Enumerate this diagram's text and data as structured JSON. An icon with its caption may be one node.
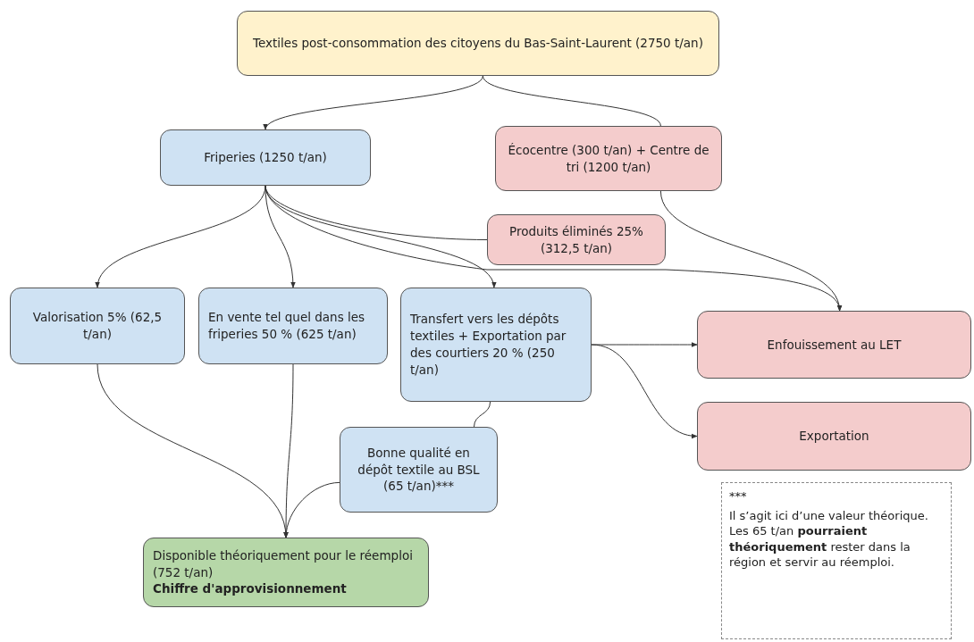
{
  "diagram": {
    "nodes": [
      {
        "text": [
          "Textiles post-consommation des citoyens du Bas-Saint-Laurent (2750 t/an)"
        ]
      },
      {
        "text": [
          "Friperies (1250 t/an)"
        ]
      },
      {
        "text": [
          "Écocentre (300 t/an) + Centre de tri (1200 t/an)"
        ]
      },
      {
        "text": [
          "Produits éliminés 25% (312,5 t/an)"
        ]
      },
      {
        "text": [
          "Valorisation 5% (62,5 t/an)"
        ]
      },
      {
        "text": [
          "En vente tel quel dans les friperies 50 % (625 t/an)"
        ]
      },
      {
        "text": [
          "Transfert vers les dépôts textiles + Exportation par des courtiers 20 % (250 t/an)"
        ]
      },
      {
        "text": [
          "Enfouissement au LET"
        ]
      },
      {
        "text": [
          "Exportation"
        ]
      },
      {
        "text": [
          "Bonne qualité en dépôt textile au BSL (65 t/an)***"
        ]
      },
      {
        "text": [
          "Disponible théoriquement pour le réemploi (752 t/an)",
          "Chiffre d'approvisionnement"
        ]
      },
      {
        "text": [
          "***",
          "Il s’agit ici d’une valeur théorique. Les 65 t/an **pourraient théoriquement** rester dans la région et servir au réemploi."
        ]
      }
    ],
    "edges": [
      {
        "from": 0,
        "to": 1,
        "arrow": "to"
      },
      {
        "from": 0,
        "to": 2,
        "arrow": "none"
      },
      {
        "from": 1,
        "to": 4,
        "arrow": "to"
      },
      {
        "from": 1,
        "to": 5,
        "arrow": "to"
      },
      {
        "from": 1,
        "to": 6,
        "arrow": "to"
      },
      {
        "from": 1,
        "to": 3,
        "arrow": "none"
      },
      {
        "from": 1,
        "to": 7,
        "arrow": "to"
      },
      {
        "from": 2,
        "to": 7,
        "arrow": "to"
      },
      {
        "from": 6,
        "to": 7,
        "arrow": "to"
      },
      {
        "from": 6,
        "to": 8,
        "arrow": "to"
      },
      {
        "from": 6,
        "to": 9,
        "arrow": "none"
      },
      {
        "from": 4,
        "to": 10,
        "arrow": "to"
      },
      {
        "from": 5,
        "to": 10,
        "arrow": "to"
      },
      {
        "from": 9,
        "to": 10,
        "arrow": "to"
      }
    ]
  }
}
